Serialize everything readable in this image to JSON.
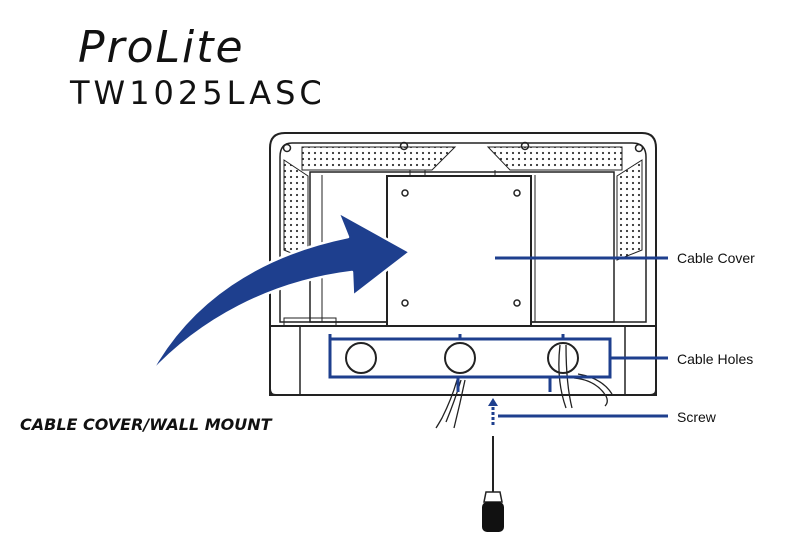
{
  "header": {
    "brand": "ProLite",
    "model": "TW1025LASC"
  },
  "caption": "CABLE COVER/WALL MOUNT",
  "callouts": {
    "cable_cover": "Cable Cover",
    "cable_holes": "Cable Holes",
    "screw": "Screw"
  },
  "colors": {
    "accent": "#1e3f8e",
    "line": "#222222"
  },
  "icons": [
    "curved-arrow-icon",
    "screwdriver-icon"
  ]
}
